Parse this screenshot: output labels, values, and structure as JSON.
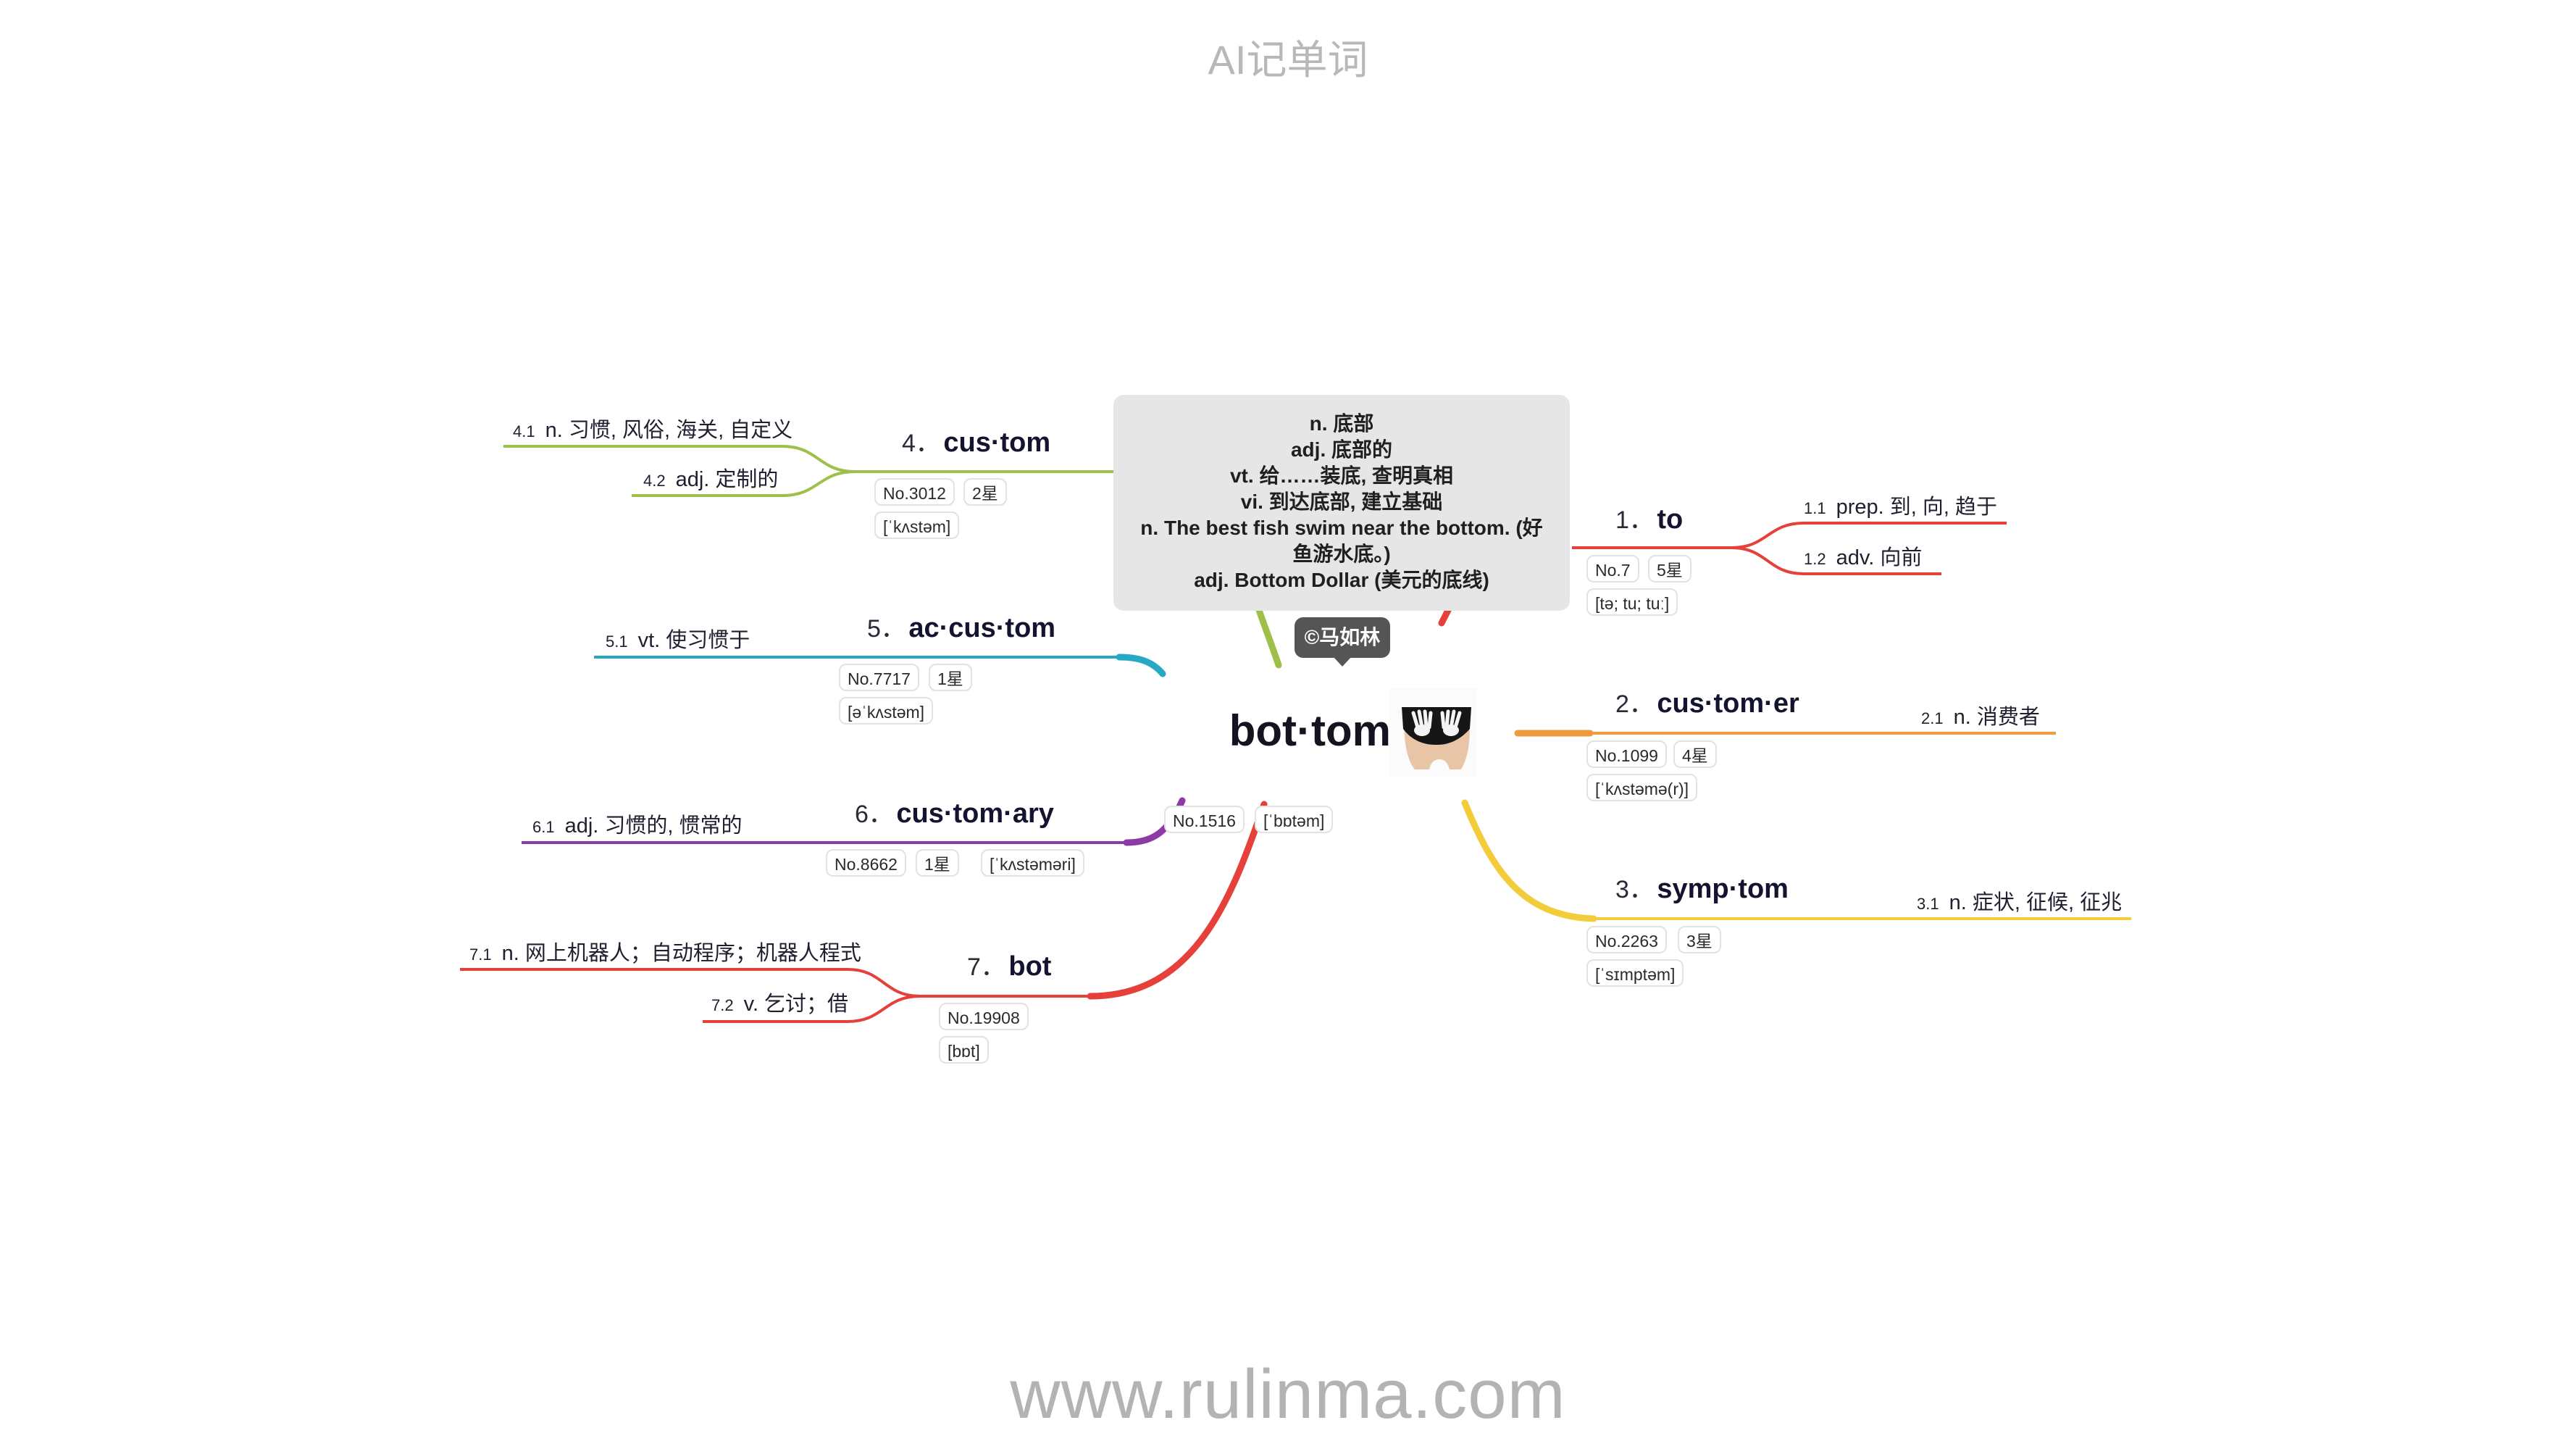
{
  "header": {
    "title": "AI记单词"
  },
  "footer": {
    "url": "www.rulinma.com"
  },
  "center": {
    "word": "bot·tom",
    "number": "No.1516",
    "phonetic": "[ˈbɒtəm]",
    "image_icon": "underwear-hand-print-photo",
    "tooltip_lines": [
      "n. 底部",
      "adj. 底部的",
      "vt. 给……装底, 查明真相",
      "vi. 到达底部, 建立基础",
      "n. The best fish swim near the bottom. (好",
      "鱼游水底。)",
      "adj. Bottom Dollar (美元的底线)"
    ],
    "credit": "©马如林"
  },
  "branches": [
    {
      "num": "1．",
      "word": "to",
      "no": "No.7",
      "stars": "5星",
      "phonetic": "[tə; tu; tuː]",
      "color": "#e5403a",
      "subs": [
        {
          "n": "1.1",
          "text": "prep. 到, 向, 趋于"
        },
        {
          "n": "1.2",
          "text": "adv. 向前"
        }
      ]
    },
    {
      "num": "2．",
      "word": "cus·tom·er",
      "no": "No.1099",
      "stars": "4星",
      "phonetic": "[ˈkʌstəmə(r)]",
      "color": "#ef9a3e",
      "subs": [
        {
          "n": "2.1",
          "text": "n. 消费者"
        }
      ]
    },
    {
      "num": "3．",
      "word": "symp·tom",
      "no": "No.2263",
      "stars": "3星",
      "phonetic": "[ˈsɪmptəm]",
      "color": "#f3cc3c",
      "subs": [
        {
          "n": "3.1",
          "text": "n. 症状, 征候, 征兆"
        }
      ]
    },
    {
      "num": "4．",
      "word": "cus·tom",
      "no": "No.3012",
      "stars": "2星",
      "phonetic": "[ˈkʌstəm]",
      "color": "#9dc04a",
      "subs": [
        {
          "n": "4.1",
          "text": "n. 习惯, 风俗, 海关, 自定义"
        },
        {
          "n": "4.2",
          "text": "adj. 定制的"
        }
      ]
    },
    {
      "num": "5．",
      "word": "ac·cus·tom",
      "no": "No.7717",
      "stars": "1星",
      "phonetic": "[əˈkʌstəm]",
      "color": "#27a9c6",
      "subs": [
        {
          "n": "5.1",
          "text": "vt. 使习惯于"
        }
      ]
    },
    {
      "num": "6．",
      "word": "cus·tom·ary",
      "no": "No.8662",
      "stars": "1星",
      "phonetic": "[ˈkʌstəməri]",
      "color": "#8e3aa6",
      "subs": [
        {
          "n": "6.1",
          "text": "adj. 习惯的, 惯常的"
        }
      ]
    },
    {
      "num": "7．",
      "word": "bot",
      "no": "No.19908",
      "stars": "",
      "phonetic": "[bɒt]",
      "color": "#e5403a",
      "subs": [
        {
          "n": "7.1",
          "text": "n. 网上机器人；自动程序；机器人程式"
        },
        {
          "n": "7.2",
          "text": "v. 乞讨；借"
        }
      ]
    }
  ]
}
